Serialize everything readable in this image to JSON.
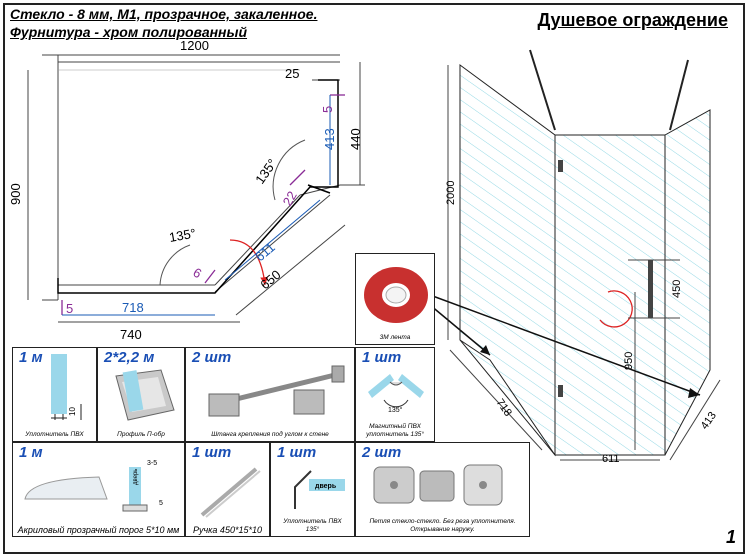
{
  "header": {
    "line1": "Стекло - 8 мм, М1, прозрачное, закаленное.",
    "line2": "Фурнитура - хром полированный"
  },
  "title": "Душевое ограждение",
  "plan": {
    "d1200": "1200",
    "d900": "900",
    "d25": "25",
    "d440": "440",
    "d5a": "5",
    "d413": "413",
    "d135a": "135°",
    "d22": "22",
    "d135b": "135°",
    "d6": "6",
    "d611": "611",
    "d650": "650",
    "d5b": "5",
    "d718": "718",
    "d740": "740"
  },
  "view": {
    "d2000": "2000",
    "d450": "450",
    "d950": "950",
    "d718": "718",
    "d611": "611",
    "d413": "413"
  },
  "tape": {
    "label": "3М лента"
  },
  "items": [
    {
      "qty": "1 м",
      "caption": "Уплотнитель ПВХ",
      "dim": "10"
    },
    {
      "qty": "2*2,2 м",
      "caption": "Профиль П-обр"
    },
    {
      "qty": "2 шт",
      "caption": "Штанга крепления под углом к стене"
    },
    {
      "qty": "1 шт",
      "caption": "Магнитный ПВХ\nуплотнитель 135°",
      "angle": "135°"
    },
    {
      "qty": "1 м",
      "caption": "Акриловый прозрачный порог 5*10 мм",
      "dim_a": "3-5",
      "dim_b": "5",
      "tag": "дверь"
    },
    {
      "qty": "1 шт",
      "caption": "Ручка 450*15*10"
    },
    {
      "qty": "1 шт",
      "caption": "Уплотнитель ПВХ\n135°",
      "tag": "дверь"
    },
    {
      "qty": "2 шт",
      "caption": "Петля стекло-стекло. Без реза уплотнителя.\nОткрывание наружу."
    }
  ],
  "page_number": "1"
}
